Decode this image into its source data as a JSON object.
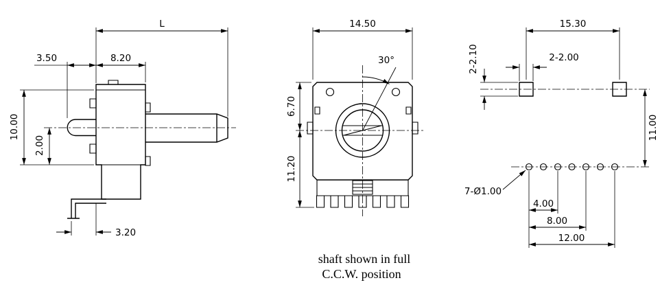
{
  "side_view": {
    "dim_L": "L",
    "dim_3_50": "3.50",
    "dim_8_20": "8.20",
    "dim_10_00": "10.00",
    "dim_2_00": "2.00",
    "dim_3_20": "3.20"
  },
  "front_view": {
    "dim_14_50": "14.50",
    "dim_angle": "30°",
    "dim_6_70": "6.70",
    "dim_11_20": "11.20",
    "caption_line1": "shaft shown in full",
    "caption_line2": "C.C.W. position"
  },
  "footprint_view": {
    "dim_15_30": "15.30",
    "dim_2_2_10": "2-2.10",
    "dim_2_2_00": "2-2.00",
    "dim_11_00": "11.00",
    "dim_holes": "7-Ø1.00",
    "dim_4_00": "4.00",
    "dim_8_00": "8.00",
    "dim_12_00": "12.00"
  }
}
